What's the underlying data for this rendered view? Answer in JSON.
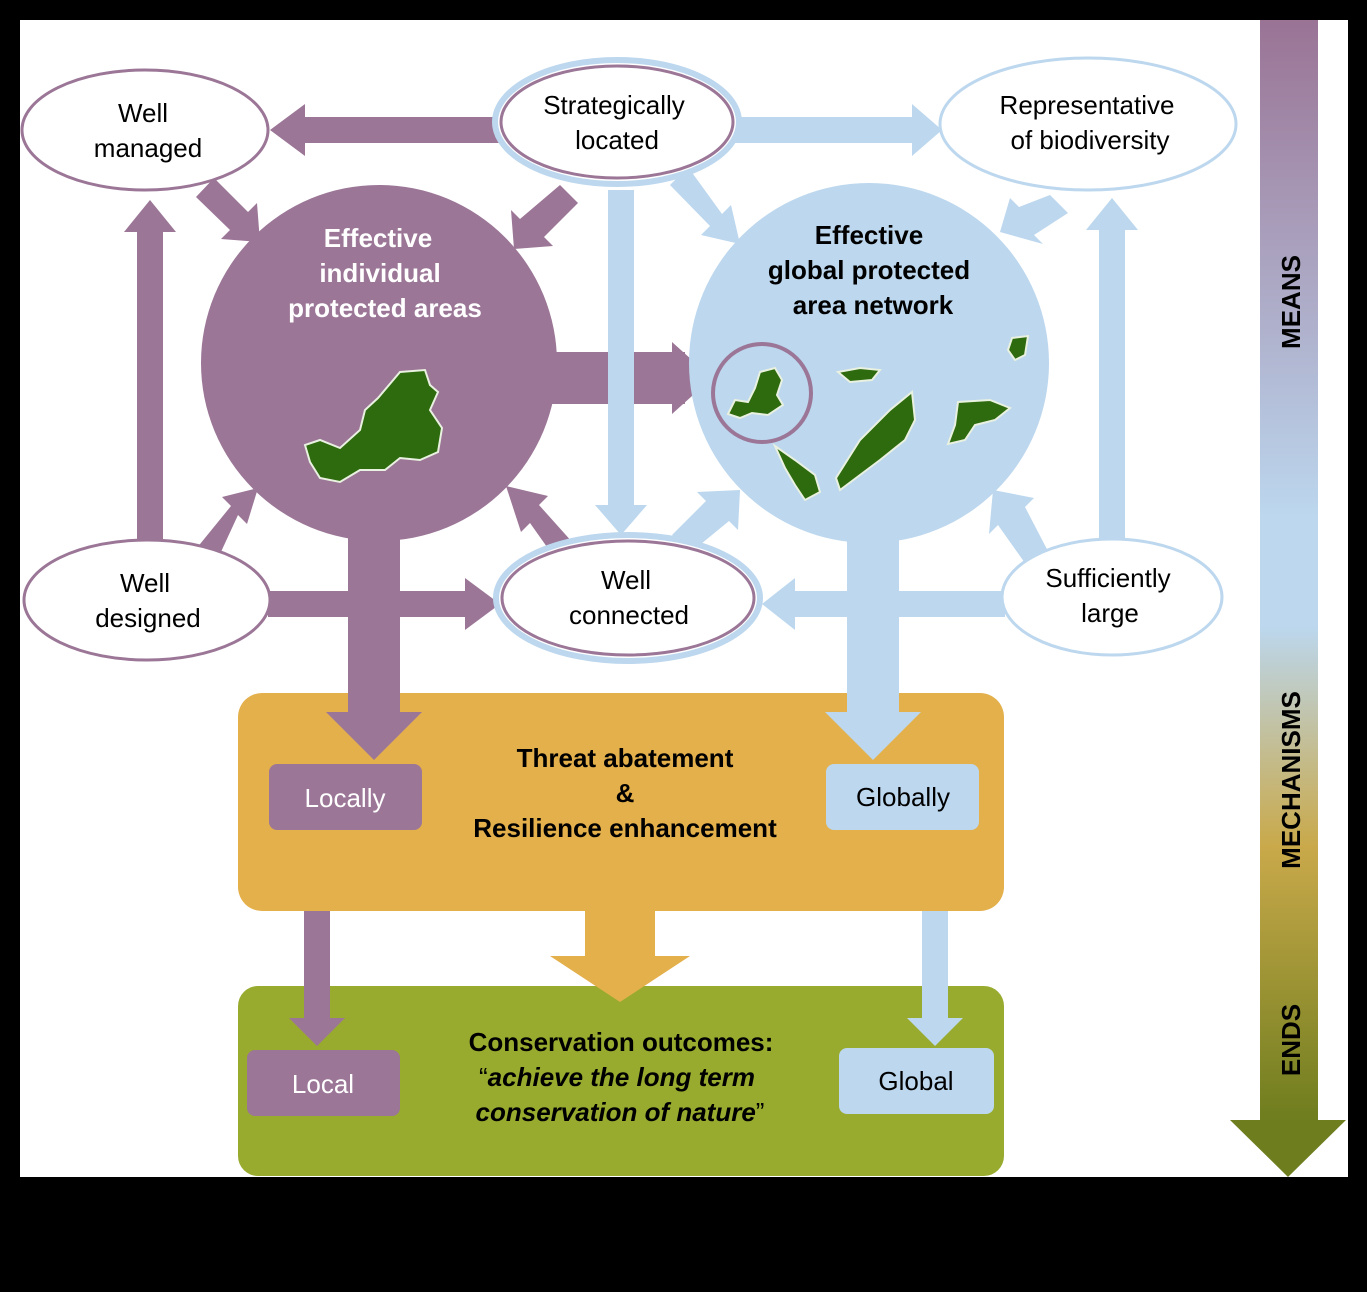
{
  "colors": {
    "background": "#000000",
    "panel": "#ffffff",
    "purple": "#9b7697",
    "light_blue": "#bcd7ee",
    "orange": "#e3b04b",
    "olive": "#98ab2e",
    "land_green": "#2e6a0e",
    "scale_top": "#9a7395",
    "scale_mid": "#bcd7ee",
    "scale_bottom": "#6e7d1e"
  },
  "attributes": {
    "well_managed": [
      "Well",
      "managed"
    ],
    "strategically_located": [
      "Strategically",
      "located"
    ],
    "representative": [
      "Representative",
      "of biodiversity"
    ],
    "well_designed": [
      "Well",
      "designed"
    ],
    "well_connected": [
      "Well",
      "connected"
    ],
    "sufficiently_large": [
      "Sufficiently",
      "large"
    ]
  },
  "hubs": {
    "individual": [
      "Effective",
      "individual",
      "protected areas"
    ],
    "network": [
      "Effective",
      "global protected",
      "area network"
    ]
  },
  "mechanisms": {
    "title_lines": [
      "Threat abatement",
      "&",
      "Resilience enhancement"
    ],
    "locally": "Locally",
    "globally": "Globally"
  },
  "outcomes": {
    "title": "Conservation outcomes:",
    "quote_open": "“",
    "quote_line1": "achieve the long term",
    "quote_line2": "conservation of nature",
    "quote_close": "”",
    "local": "Local",
    "global": "Global"
  },
  "scale": {
    "means": "MEANS",
    "mechanisms": "MECHANISMS",
    "ends": "ENDS"
  }
}
